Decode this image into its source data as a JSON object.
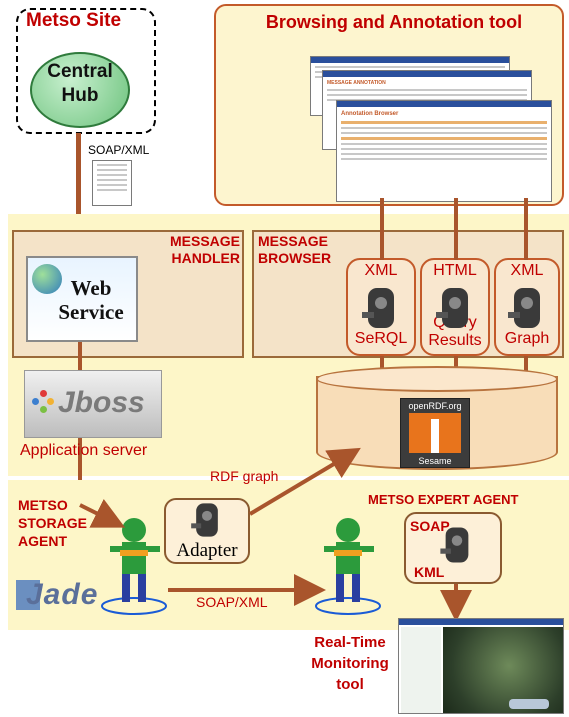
{
  "site": {
    "title": "Metso Site",
    "hub_label_1": "Central",
    "hub_label_2": "Hub",
    "protocol": "SOAP/XML"
  },
  "browser_tool": {
    "title": "Browsing and Annotation tool",
    "header1": "MESSAGE ANNOTATION",
    "header2": "Annotation Browser"
  },
  "message_handler": {
    "title_1": "MESSAGE",
    "title_2": "HANDLER",
    "ws_1": "Web",
    "ws_2": "Service"
  },
  "message_browser": {
    "title_1": "MESSAGE",
    "title_2": "BROWSER",
    "adapters": [
      {
        "top": "XML",
        "bottom": "SeRQL"
      },
      {
        "top": "HTML",
        "bottom_1": "Query",
        "bottom_2": "Results"
      },
      {
        "top": "XML",
        "bottom": "Graph"
      }
    ]
  },
  "app_server": {
    "logo": "Jboss",
    "label": "Application server"
  },
  "sesame": {
    "site": "openRDF.org",
    "name": "Sesame"
  },
  "rdf_graph": "RDF graph",
  "storage_agent": {
    "line1": "METSO",
    "line2": "STORAGE",
    "line3": "AGENT"
  },
  "adapter_label": "Adapter",
  "expert_agent": {
    "title": "METSO EXPERT AGENT",
    "top": "SOAP",
    "bottom": "KML"
  },
  "jade": "Jade",
  "soap_xml_bottom": "SOAP/XML",
  "monitoring": {
    "line1": "Real-Time",
    "line2": "Monitoring",
    "line3": "tool"
  },
  "colors": {
    "title_red": "#c00000",
    "band": "#fdf6c8",
    "panel": "#f4e3c8",
    "arrow": "#a9552c",
    "hub": "#7fcf8f"
  }
}
